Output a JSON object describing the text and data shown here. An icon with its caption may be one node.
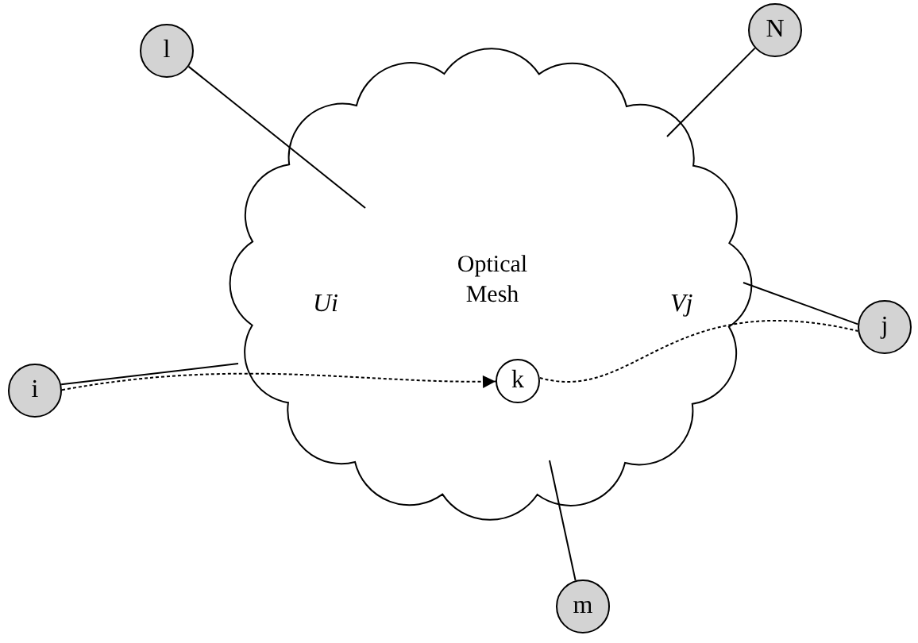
{
  "diagram": {
    "nodes": [
      {
        "text": [
          "Optical Mesh"
        ]
      },
      {
        "text": [
          "l"
        ]
      },
      {
        "text": [
          "N"
        ]
      },
      {
        "text": [
          "i"
        ]
      },
      {
        "text": [
          "j"
        ]
      },
      {
        "text": [
          "k"
        ],
        "in": 0
      },
      {
        "text": [
          "m"
        ]
      }
    ],
    "edges": [
      {
        "from": 1,
        "to": 0,
        "arrow": "none"
      },
      {
        "from": 2,
        "to": 0,
        "arrow": "none"
      },
      {
        "from": 3,
        "to": 0,
        "arrow": "none"
      },
      {
        "from": 4,
        "to": 0,
        "arrow": "none"
      },
      {
        "from": 6,
        "to": 0,
        "arrow": "none"
      },
      {
        "from": 3,
        "to": 5,
        "arrow": "to",
        "style": "dashed",
        "label": "Ui"
      },
      {
        "from": 5,
        "to": 4,
        "arrow": "none",
        "style": "dashed",
        "label": "Vj"
      }
    ]
  }
}
